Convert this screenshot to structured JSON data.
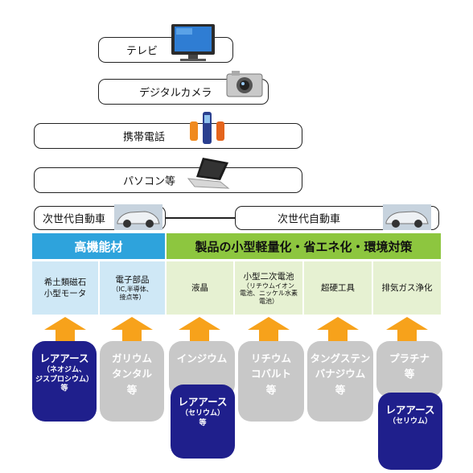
{
  "products": {
    "tv": "テレビ",
    "camera": "デジタルカメラ",
    "phone": "携帯電話",
    "pc": "パソコン等",
    "car_left": "次世代自動車",
    "car_right": "次世代自動車"
  },
  "headers": {
    "left": "高機能材",
    "right": "製品の小型軽量化・省エネ化・環境対策"
  },
  "categories": [
    {
      "line1": "希土類磁石",
      "line2": "小型モータ"
    },
    {
      "line1": "電子部品",
      "line2": "（IC,半導体、",
      "line3": "接点等）"
    },
    {
      "line1": "液晶"
    },
    {
      "line1": "小型二次電池",
      "line2": "（リチウムイオン",
      "line3": "電池、ニッケル水素",
      "line4": "電池）"
    },
    {
      "line1": "超硬工具"
    },
    {
      "line1": "排気ガス浄化"
    }
  ],
  "materials": [
    {
      "line1": "レアアース",
      "line2": "（ネオジム、",
      "line3": "ジスプロシウム）",
      "line4": "等"
    },
    {
      "line1": "ガリウム",
      "line2": "タンタル",
      "line3": "等"
    },
    {
      "line1": "インジウム"
    },
    {
      "line1": "リチウム",
      "line2": "コバルト",
      "line3": "等"
    },
    {
      "line1": "タングステン",
      "line2": "バナジウム",
      "line3": "等"
    },
    {
      "line1": "プラチナ",
      "line2": "等"
    }
  ],
  "sub_materials": [
    {
      "line1": "レアアース",
      "line2": "（セリウム）",
      "line3": "等"
    },
    {
      "line1": "レアアース",
      "line2": "（セリウム）"
    }
  ],
  "colors": {
    "header_left": "#2ea3dc",
    "header_right": "#8dc63f",
    "category_blue": "#cfe8f6",
    "category_green": "#e6f1d2",
    "arrow": "#f7a21b",
    "material_gray": "#c8c8c8",
    "material_navy": "#1f1f8c"
  },
  "icons": [
    "tv-icon",
    "camera-icon",
    "mobile-phone-icon",
    "laptop-icon",
    "car-icon"
  ]
}
